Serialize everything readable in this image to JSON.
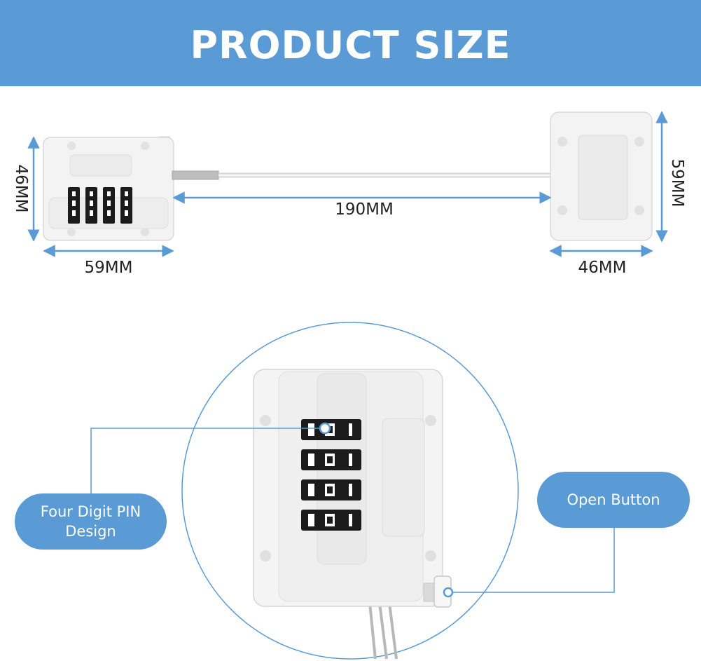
{
  "banner": {
    "title": "PRODUCT SIZE",
    "color": "#5b9bd5"
  },
  "dimensions": {
    "lock_width": "59MM",
    "lock_height": "46MM",
    "cable_length": "190MM",
    "plate_width": "46MM",
    "plate_height": "59MM"
  },
  "callouts": {
    "pin_design": "Four Digit PIN Design",
    "open_button": "Open Button"
  },
  "colors": {
    "accent": "#5b9bd5",
    "text": "#222222",
    "product": "#f4f4f4"
  }
}
